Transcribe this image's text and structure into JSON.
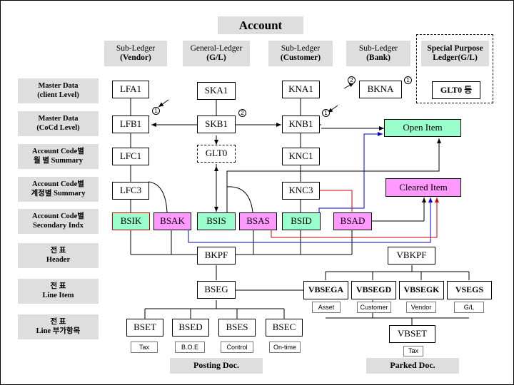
{
  "title": "Account",
  "columns": {
    "vendor": {
      "line1": "Sub-Ledger",
      "line2": "(Vendor)"
    },
    "gl": {
      "line1": "General-Ledger",
      "line2": "(G/L)"
    },
    "customer": {
      "line1": "Sub-Ledger",
      "line2": "(Customer)"
    },
    "bank": {
      "line1": "Sub-Ledger",
      "line2": "(Bank)"
    },
    "special": {
      "line1": "Special Purpose",
      "line2": "Ledger(G/L)"
    }
  },
  "rows": [
    {
      "line1": "Master  Data",
      "line2": "(client  Level)"
    },
    {
      "line1": "Master  Data",
      "line2": "(CoCd  Level)"
    },
    {
      "line1": "Account Code별",
      "line2": "월 별 Summary"
    },
    {
      "line1": "Account Code별",
      "line2": "계정별 Summary"
    },
    {
      "line1": "Account Code별",
      "line2": "Secondary  Indx"
    },
    {
      "line1": "전   표",
      "line2": "Header"
    },
    {
      "line1": "전   표",
      "line2": "Line Item"
    },
    {
      "line1": "전   표",
      "line2": "Line 부가항목"
    }
  ],
  "tables": {
    "lfa1": "LFA1",
    "lfb1": "LFB1",
    "lfc1": "LFC1",
    "lfc3": "LFC3",
    "ska1": "SKA1",
    "skb1": "SKB1",
    "glt0": "GLT0",
    "kna1": "KNA1",
    "knb1": "KNB1",
    "knc1": "KNC1",
    "knc3": "KNC3",
    "bkna": "BKNA",
    "glt0_special": "GLT0 등",
    "bsik": "BSIK",
    "bsak": "BSAK",
    "bsis": "BSIS",
    "bsas": "BSAS",
    "bsid": "BSID",
    "bsad": "BSAD",
    "open_item": "Open  Item",
    "cleared_item": "Cleared  Item",
    "bkpf": "BKPF",
    "bseg": "BSEG",
    "bset": "BSET",
    "bsed": "BSED",
    "bses": "BSES",
    "bsec": "BSEC",
    "vbkpf": "VBKPF",
    "vbsega": "VBSEGA",
    "vbsegd": "VBSEGD",
    "vbsegk": "VBSEGK",
    "vbsegs": "VSEGS",
    "vbset": "VBSET"
  },
  "labels": {
    "tax": "Tax",
    "boe": "B.O.E",
    "control": "Control",
    "ontime": "On-time",
    "asset": "Asset",
    "customer": "Customer",
    "vendor": "Vendor",
    "gl": "G/L",
    "vbset_tax": "Tax"
  },
  "footers": {
    "posting": "Posting  Doc.",
    "parked": "Parked  Doc."
  },
  "markers": {
    "one": "1",
    "two": "2"
  },
  "colors": {
    "cyan": "#99ffcc",
    "pink": "#ff99ff",
    "grey": "#dedede",
    "red_line": "#d00000",
    "blue_line": "#0000cc"
  }
}
